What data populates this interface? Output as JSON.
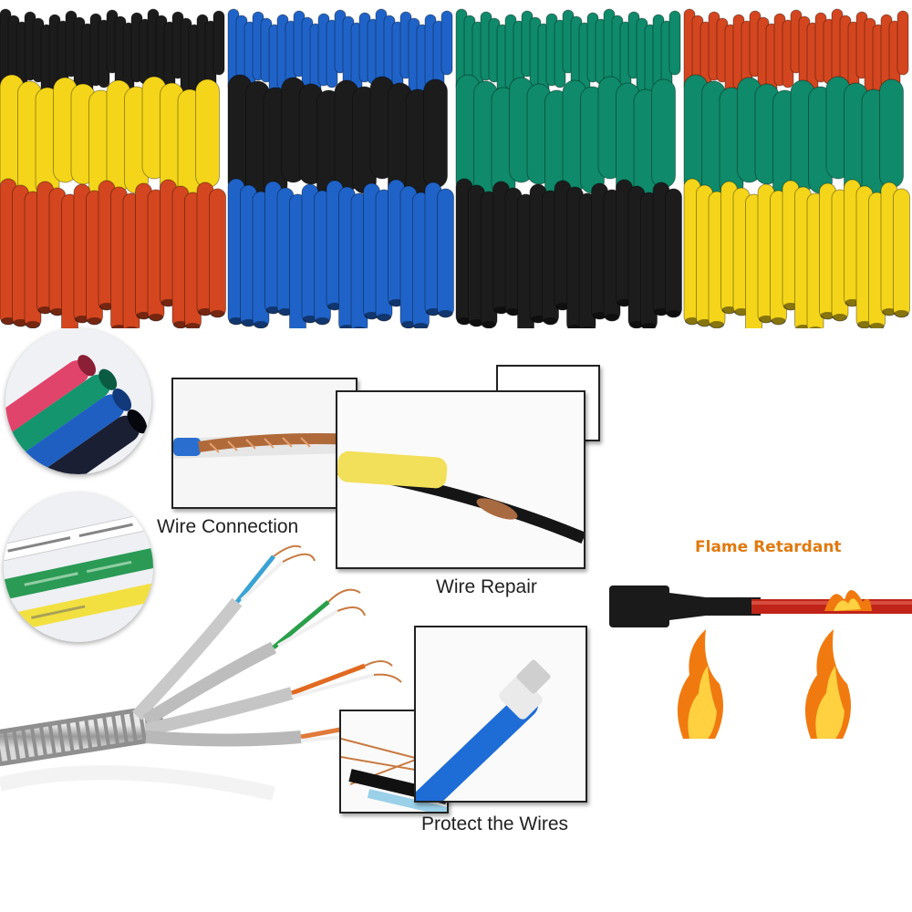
{
  "captions": {
    "wire_connection": "Wire Connection",
    "wire_repair": "Wire Repair",
    "protect_wires": "Protect the Wires",
    "flame_retardant": "Flame Retardant"
  },
  "colors": {
    "black": "#1c1c1c",
    "blue": "#1f63c8",
    "green": "#0f8a6a",
    "red": "#d4461f",
    "yellow": "#f4d51a",
    "flame": "#f07a10",
    "accent_text": "#e07a10"
  },
  "tube_rows": [
    [
      "black",
      "blue",
      "green",
      "red"
    ],
    [
      "yellow",
      "black",
      "green",
      "green"
    ],
    [
      "red",
      "blue",
      "black",
      "yellow"
    ]
  ],
  "icons": [
    "tubes-assortment-photo",
    "color-tube-circle-photo",
    "labeled-tube-circle-photo",
    "ethernet-cable-photo",
    "flame-icon"
  ]
}
